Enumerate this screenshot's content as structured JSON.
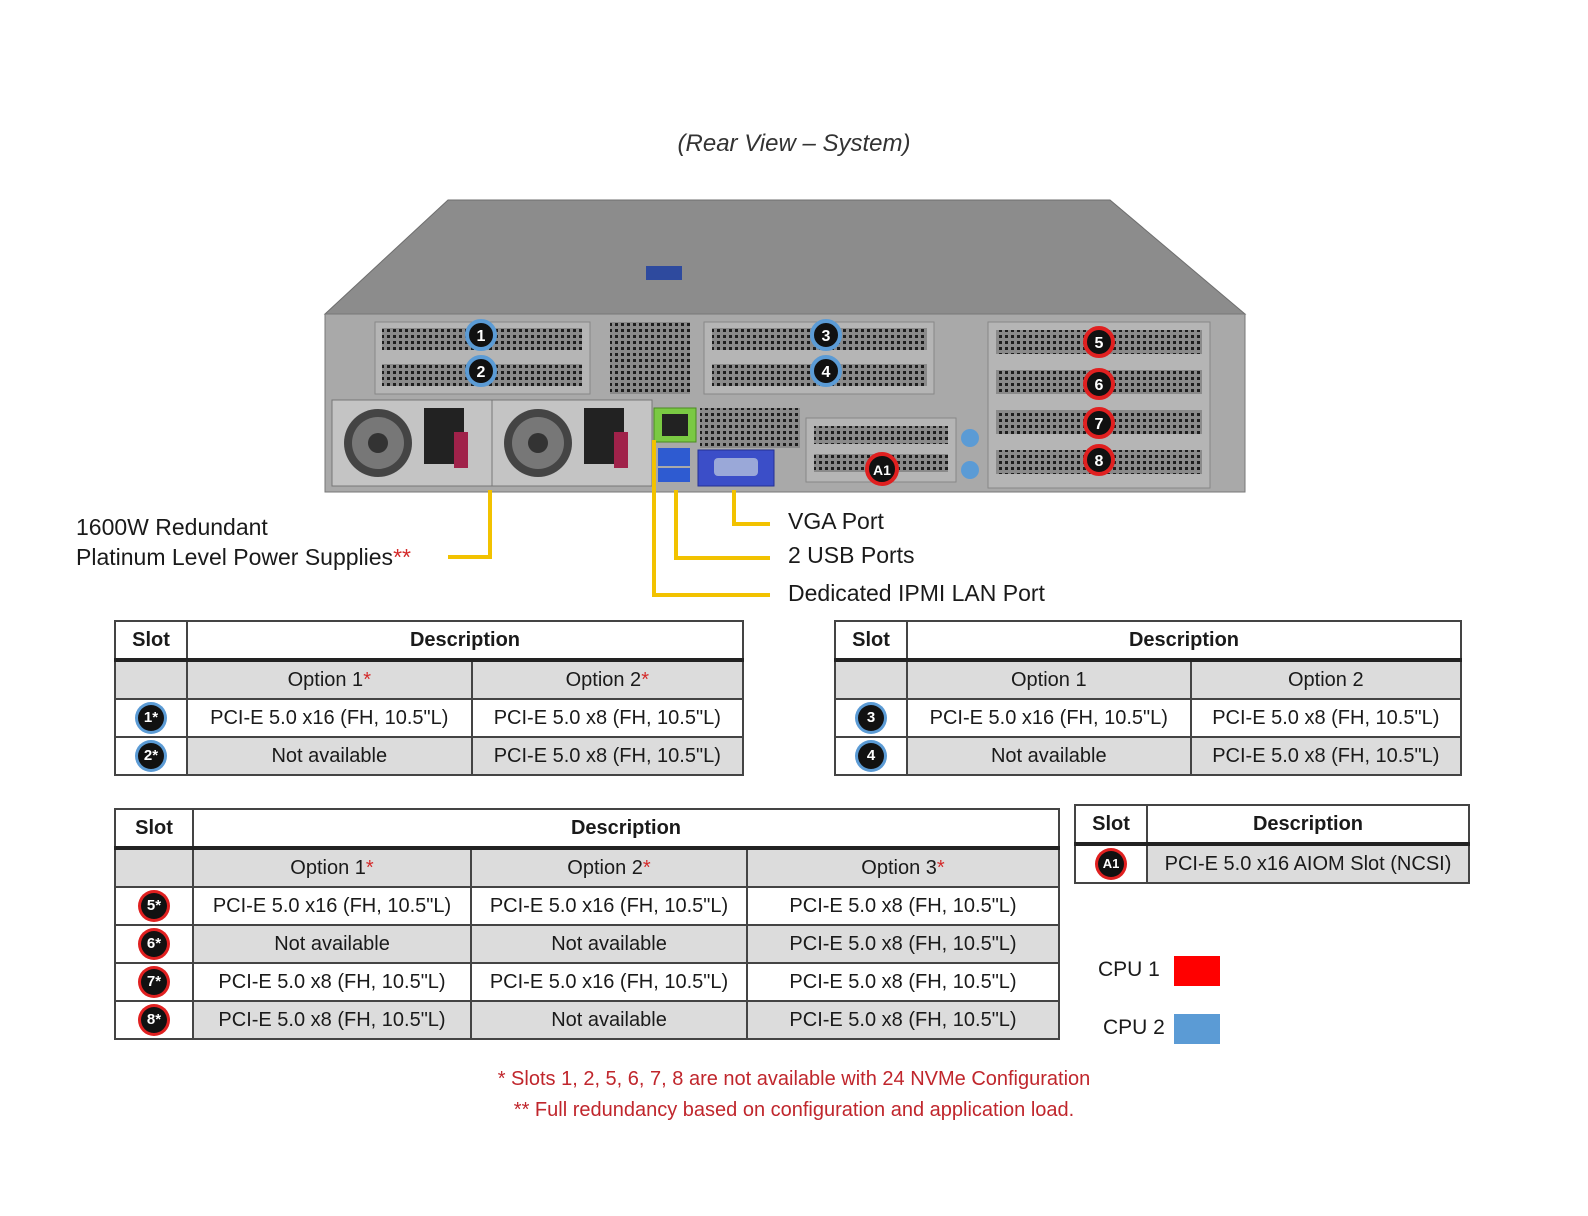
{
  "title": "(Rear View – System)",
  "colors": {
    "cpu1": "#ff0000",
    "cpu2": "#5b9bd5",
    "callout": "#f2c200"
  },
  "server_badges": {
    "s1": "1",
    "s2": "2",
    "s3": "3",
    "s4": "4",
    "s5": "5",
    "s6": "6",
    "s7": "7",
    "s8": "8",
    "a1": "A1"
  },
  "callouts": {
    "psu_line1": "1600W Redundant",
    "psu_line2": "Platinum Level Power Supplies",
    "psu_marks": "**",
    "vga": "VGA Port",
    "usb": "2 USB Ports",
    "ipmi": "Dedicated IPMI  LAN Port"
  },
  "table1": {
    "h_slot": "Slot",
    "h_desc": "Description",
    "opt1": "Option 1",
    "opt2": "Option 2",
    "mark": "*",
    "rows": [
      {
        "badge": "1*",
        "c1": "PCI-E 5.0 x16 (FH, 10.5\"L)",
        "c2": "PCI-E 5.0 x8 (FH, 10.5\"L)"
      },
      {
        "badge": "2*",
        "c1": "Not available",
        "c2": "PCI-E 5.0 x8 (FH, 10.5\"L)"
      }
    ]
  },
  "table2": {
    "h_slot": "Slot",
    "h_desc": "Description",
    "opt1": "Option 1",
    "opt2": "Option 2",
    "rows": [
      {
        "badge": "3",
        "c1": "PCI-E 5.0 x16 (FH, 10.5\"L)",
        "c2": "PCI-E 5.0 x8 (FH, 10.5\"L)"
      },
      {
        "badge": "4",
        "c1": "Not available",
        "c2": "PCI-E 5.0 x8 (FH, 10.5\"L)"
      }
    ]
  },
  "table3": {
    "h_slot": "Slot",
    "h_desc": "Description",
    "opt1": "Option 1",
    "opt2": "Option 2",
    "opt3": "Option 3",
    "mark": "*",
    "rows": [
      {
        "badge": "5*",
        "c1": "PCI-E 5.0 x16 (FH, 10.5\"L)",
        "c2": "PCI-E 5.0 x16 (FH, 10.5\"L)",
        "c3": "PCI-E 5.0 x8 (FH, 10.5\"L)"
      },
      {
        "badge": "6*",
        "c1": "Not available",
        "c2": "Not available",
        "c3": "PCI-E 5.0 x8 (FH, 10.5\"L)"
      },
      {
        "badge": "7*",
        "c1": "PCI-E 5.0 x8 (FH, 10.5\"L)",
        "c2": "PCI-E 5.0 x16 (FH, 10.5\"L)",
        "c3": "PCI-E 5.0 x8 (FH, 10.5\"L)"
      },
      {
        "badge": "8*",
        "c1": "PCI-E 5.0 x8 (FH, 10.5\"L)",
        "c2": "Not available",
        "c3": "PCI-E 5.0 x8 (FH, 10.5\"L)"
      }
    ]
  },
  "table4": {
    "h_slot": "Slot",
    "h_desc": "Description",
    "rows": [
      {
        "badge": "A1",
        "c1": "PCI-E 5.0 x16 AIOM Slot (NCSI)"
      }
    ]
  },
  "legend": {
    "cpu1": "CPU 1",
    "cpu2": "CPU 2"
  },
  "notes": {
    "n1": "* Slots 1, 2, 5, 6, 7, 8 are not available  with 24 NVMe Configuration",
    "n2": "**  Full redundancy  based on configuration  and application load."
  }
}
